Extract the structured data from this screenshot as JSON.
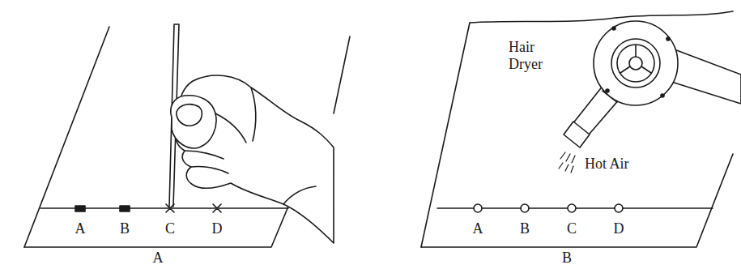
{
  "diagram": {
    "labels": [
      "A",
      "B",
      "C",
      "D",
      "A",
      "Hair Dryer",
      "Hot Air",
      "A",
      "B",
      "C",
      "D",
      "B"
    ]
  }
}
